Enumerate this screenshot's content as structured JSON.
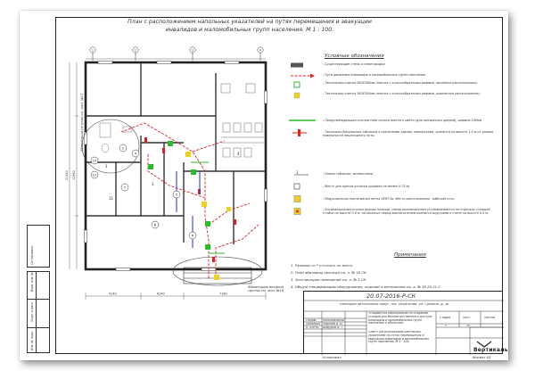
{
  "title": {
    "line1": "План с расположением напольных указателей на путях перемещения и эвакуации",
    "line2": "инвалидов и маломобильных групп населения.  М 1 : 100."
  },
  "legend": {
    "heading": "Условные обозначения",
    "items": [
      {
        "id": "walls",
        "text": "- Существующие стены и перегородки"
      },
      {
        "id": "route",
        "text": "- Пути движения инвалидов и маломобильных групп населения"
      },
      {
        "id": "tactile-green",
        "text": "- Тактильная плитка 300Х300мм (плитка с конусообразными рифами, линейное расположение)."
      },
      {
        "id": "tactile-yellow",
        "text": "- Тактильная плитка 300Х300мм (плитка с конусообразными рифами, шахматное расположение)."
      },
      {
        "id": "contrast-strip",
        "text": "- Предупреждающая контрастная полоса желтого цвета (для прозрачных дверей), ширина 100мм"
      },
      {
        "id": "sign",
        "text": "- Тактильно-Визуальная табличка о назначении здания, мнемосхема, крепится на высоте 1,5 м от уровня поверхности пешеходного пути."
      },
      {
        "id": "number",
        "text": "- Номер таблички, мнемосхемы"
      },
      {
        "id": "wheelchair",
        "text": "- Место для кресла-коляски (ширина не менее 0,75 м)"
      },
      {
        "id": "induction",
        "text": "- Индукционная портативная петля VERT-3a. Место расположения - рабочий стол."
      },
      {
        "id": "call-button",
        "text": "- Антивандальная кнопка вызова помощи, перед выключателем устанавливается на отдельно стоящей стойке  на высоте 0,8 м, на крыльце перед выключателем крепится шурупами к стене на высоте 0,8 м."
      }
    ]
  },
  "notes": {
    "heading": "Примечания",
    "items": [
      "1. Размеры со * уточнить по месту.",
      "2. План абиловищ крыльца см. л. № 16 СК.",
      "3. Экспликацию помещений  см. л. № 3 СК.",
      "4. Общую спецификацию оборудования, изделий и материалов см. л. № 19,20,21 С."
    ]
  },
  "plan": {
    "callout_top": "Абилитация санузла см. лист №17",
    "callout_bottom": "Абилитация входной группы см. лист №16",
    "room_numbers": [
      "1",
      "2",
      "3",
      "4",
      "5",
      "6",
      "7",
      "8",
      "9",
      "10",
      "11",
      "12"
    ],
    "dim_bottom": [
      "4140",
      "6140",
      "7180"
    ],
    "dim_left": [
      "12960",
      "21340"
    ],
    "axes_top": [
      "1",
      "2",
      "3",
      "4"
    ]
  },
  "stamp": {
    "code": "20.07-2016-Р-СК",
    "address": "Ненецкий автономный округ, пос. Искателей, ул. Губкина, д. 3Б",
    "description": "«Разработка мероприятий по созданию условий для беспрепятственного доступа инвалидов и маломобильных групп населения к объектам»",
    "sheet_title": "План с расположением напольных указателей на путях перемещения и эвакуации инвалидов и маломобильных групп населения.  М 1 : 100.",
    "stage_head": "Стадия",
    "sheet_head": "Лист",
    "sheets_head": "Листов",
    "stage": "Р",
    "sheet": "16",
    "roles": [
      "Разраб.",
      "Проверил",
      "Н. контр."
    ],
    "names": [
      "Мальчиковский",
      "Чернова А. И.",
      "Шабуров В. Т."
    ],
    "brand": "Вертикаль",
    "copied": "Копировал",
    "format": "Формат А3"
  },
  "sidebar": {
    "labels": [
      "Согласовано",
      "Взам. инв. №",
      "Подп. и дата",
      "Инв. № подл."
    ]
  }
}
